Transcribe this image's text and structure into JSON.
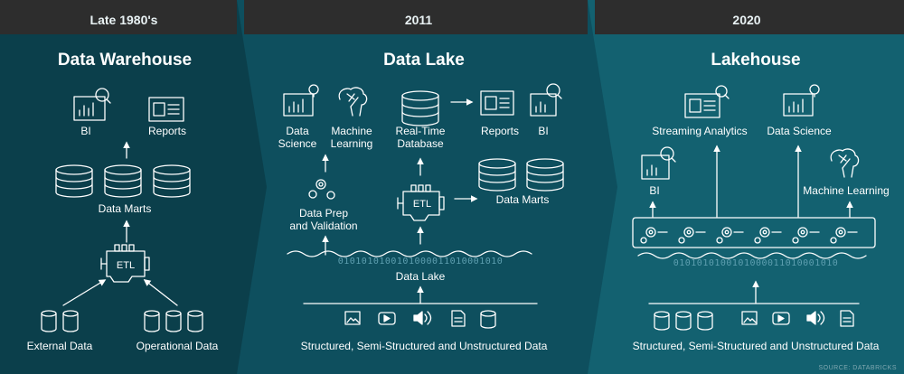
{
  "eras": {
    "warehouse": "Late 1980's",
    "lake": "2011",
    "lakehouse": "2020"
  },
  "warehouse": {
    "title": "Data Warehouse",
    "bi": "BI",
    "reports": "Reports",
    "data_marts": "Data Marts",
    "etl": "ETL",
    "external_data": "External Data",
    "operational_data": "Operational Data"
  },
  "lake": {
    "title": "Data Lake",
    "data_science": "Data\nScience",
    "machine_learning": "Machine\nLearning",
    "real_time_database": "Real-Time\nDatabase",
    "reports": "Reports",
    "bi": "BI",
    "data_prep": "Data Prep\nand Validation",
    "etl": "ETL",
    "data_marts": "Data Marts",
    "data_lake": "Data Lake",
    "binary": "0101010100101000011010001010",
    "sources": "Structured, Semi-Structured and Unstructured Data"
  },
  "lakehouse": {
    "title": "Lakehouse",
    "streaming_analytics": "Streaming Analytics",
    "data_science": "Data Science",
    "bi": "BI",
    "machine_learning": "Machine Learning",
    "binary": "0101010100101000011010001010",
    "sources": "Structured, Semi-Structured and Unstructured Data"
  },
  "source_credit": "SOURCE: DATABRICKS",
  "colors": {
    "panel_warehouse": "#0b3f4b",
    "panel_lake": "#0e4f5e",
    "panel_lakehouse": "#136170",
    "header_band": "#2b2b2b",
    "line": "#ffffff"
  }
}
